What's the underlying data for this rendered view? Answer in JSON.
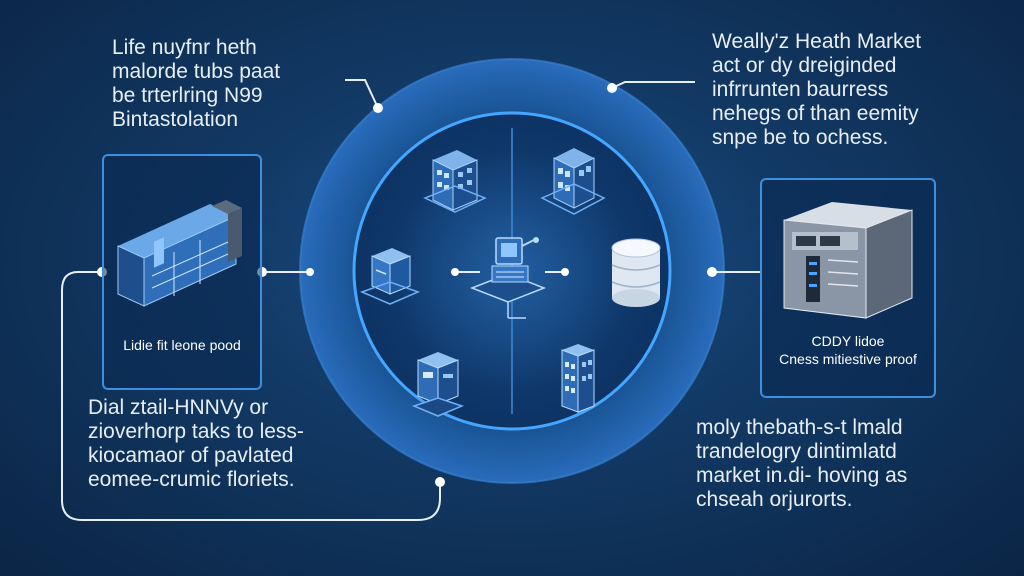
{
  "text_top_left": [
    "Life nuyfnr heth",
    "malorde tubs paat",
    "be trterlring N99",
    "Bintastolation"
  ],
  "text_top_right": [
    "Weally'z Heath Market",
    "act or dy dreiginded",
    "infrrunten baurress",
    "nehegs of than eemity",
    "snpe be to ochess."
  ],
  "text_bottom_left": [
    "Dial ztail-HNNVy or",
    "zioverhorp taks to less-",
    "kiocamaor of pavlated",
    "eomee-crumic floriets."
  ],
  "text_bottom_right": [
    "moly thebath-s-t lmald",
    "trandelogry dintimlatd",
    "market in.di- hoving as",
    "chseah orjurorts."
  ],
  "card_left": {
    "label": "Lidie fit leone pood"
  },
  "card_right": {
    "label_line1": "CDDY lidoe",
    "label_line2": "Cness mitiestive proof"
  },
  "colors": {
    "accent": "#3d8fe0",
    "ring": "#2a6fc0",
    "background": "#123a66"
  },
  "icons": {
    "left_card": "server-rack-icon",
    "right_card": "server-box-icon",
    "center": "computer-workstation-icon",
    "nodes": [
      "office-building-icon",
      "office-building-icon",
      "storage-box-icon",
      "database-cylinder-icon",
      "server-cube-icon",
      "tall-building-icon"
    ]
  }
}
